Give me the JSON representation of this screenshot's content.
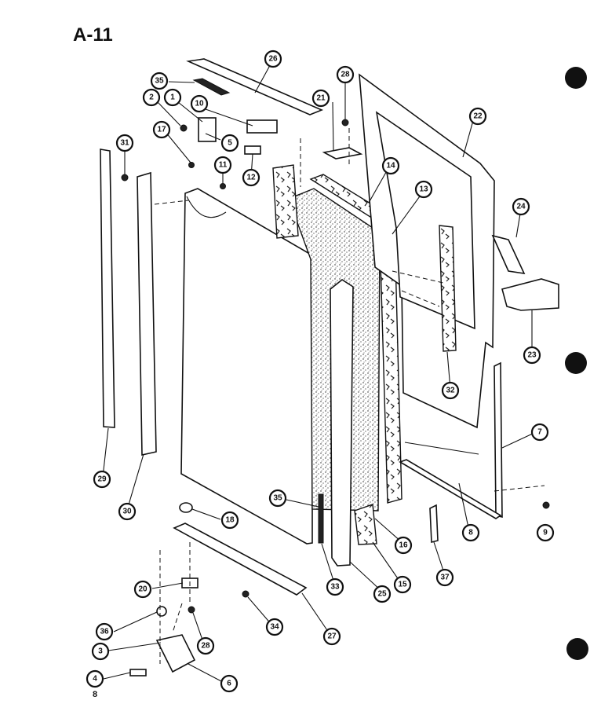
{
  "title": "A-11",
  "page_number": "8",
  "callouts": [
    "35",
    "2",
    "1",
    "10",
    "26",
    "28",
    "21",
    "22",
    "17",
    "5",
    "12",
    "31",
    "11",
    "14",
    "13",
    "24",
    "23",
    "32",
    "7",
    "29",
    "30",
    "35",
    "18",
    "9",
    "8",
    "16",
    "37",
    "15",
    "25",
    "33",
    "20",
    "27",
    "34",
    "36",
    "28",
    "3",
    "4",
    "6"
  ],
  "colors": {
    "ink": "#111111",
    "paper": "#ffffff"
  }
}
